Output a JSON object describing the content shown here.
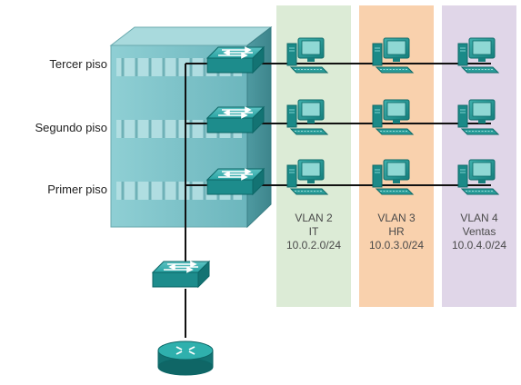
{
  "floors": [
    {
      "label": "Tercer piso"
    },
    {
      "label": "Segundo piso"
    },
    {
      "label": "Primer piso"
    }
  ],
  "vlans": [
    {
      "name": "VLAN 2",
      "dept": "IT",
      "subnet": "10.0.2.0/24",
      "color": "#dcebd6"
    },
    {
      "name": "VLAN 3",
      "dept": "HR",
      "subnet": "10.0.3.0/24",
      "color": "#f9d1ad"
    },
    {
      "name": "VLAN 4",
      "dept": "Ventas",
      "subnet": "10.0.4.0/24",
      "color": "#e0d6e8"
    }
  ],
  "colors": {
    "device": "#1f8f8f",
    "device_dark": "#0f6e6e",
    "device_light": "#5fc3c3",
    "building": "#7fc3c9",
    "link": "#111111"
  },
  "icons": [
    "switch-icon",
    "router-icon",
    "pc-icon",
    "building-icon"
  ]
}
